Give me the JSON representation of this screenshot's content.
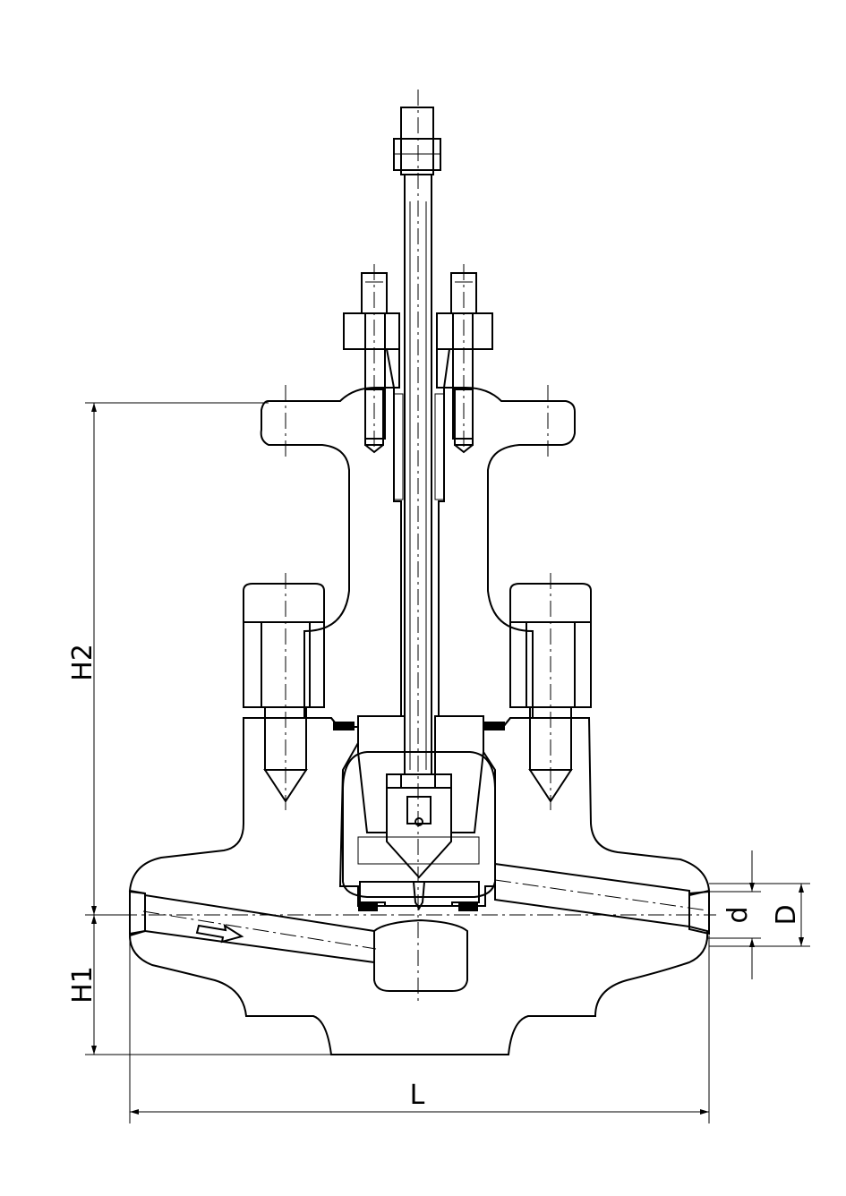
{
  "dimensions": {
    "H2": "H2",
    "H1": "H1",
    "L": "L",
    "d": "d",
    "D": "D"
  }
}
